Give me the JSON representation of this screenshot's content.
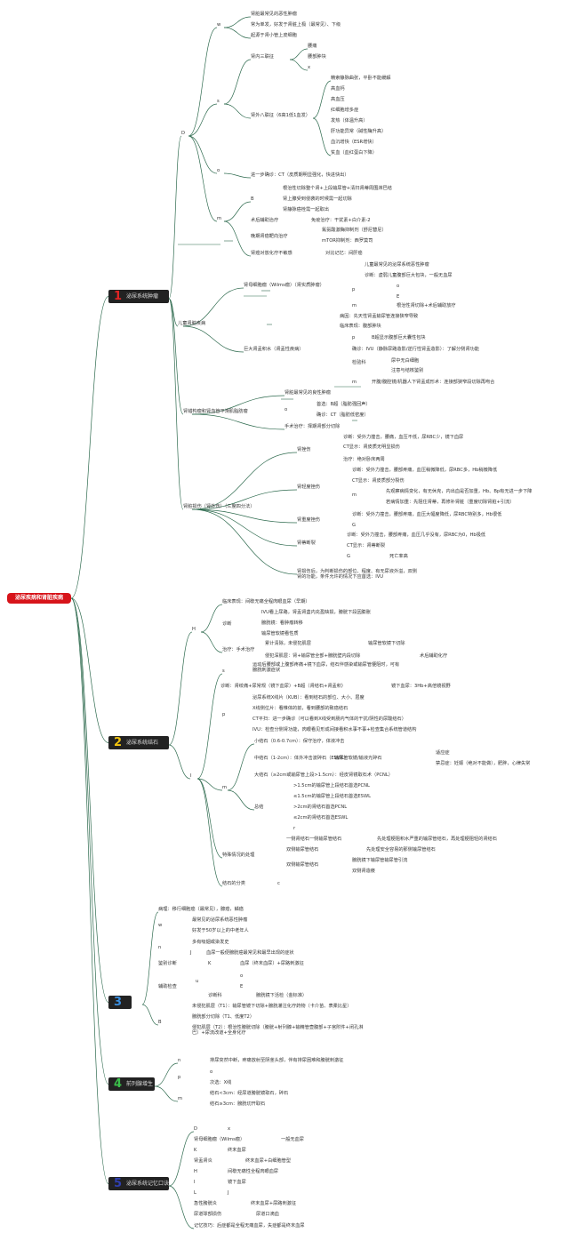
{
  "colors": {
    "root": "#d7141a",
    "category_bg": "#222222",
    "line": "#2f6b4f"
  },
  "root": {
    "label": "泌尿疾病和肾脏疾病"
  },
  "categories": [
    {
      "num": "1",
      "label": "泌尿系统肿瘤",
      "num_color": "#e02424"
    },
    {
      "num": "2",
      "label": "泌尿系统结石",
      "num_color": "#f2c40f"
    },
    {
      "num": "3",
      "label": "",
      "num_color": "#3a8fe0"
    },
    {
      "num": "4",
      "label": "前列腺增生",
      "num_color": "#3bbf4b"
    },
    {
      "num": "5",
      "label": "泌尿系统记忆口诀",
      "num_color": "#2f3fb0"
    }
  ],
  "t": {
    "p1": [
      "D",
      "w",
      "肾脏最常见的恶性肿瘤",
      "常为单发，好发于肾脏上极（最常见）、下级",
      "起源于肾小管上皮细胞",
      "s",
      "肾内三联征",
      "腰痛",
      "腰部肿块",
      "x",
      "肾外八联征（6高1低1血发）",
      "精索静脉曲张，平卧不能缓解",
      "高血钙",
      "高血压",
      "红细胞增多症",
      "发热（体温升高）",
      "肝功能异常（碱性酶升高）",
      "血沉增快（ESR增快）",
      "贫血（血红蛋白下降）",
      "o",
      "进一步确诊：CT（皮质期明显强化，快进快出）",
      "m",
      "B",
      "根治性切除整个肾+上段输尿管+清扫肾蒂周围淋巴结",
      "肾上腺受到侵袭的时候需一起切除",
      "肾静脉癌栓需一起取出",
      "术后辅助治疗",
      "免疫治疗：干扰素+白介素-2",
      "晚期肾癌靶向治疗",
      "氟氨酸激酶抑制剂（舒尼替尼）",
      "mTOR抑制剂：西罗莫司",
      "肾癌对放化疗不敏感",
      "对比记忆：间肝癌",
      "儿童肾脏疾病",
      "肾母细胞瘤（Wilms瘤）（肾实质肿瘤）",
      "儿童最常见的泌尿系统恶性肿瘤",
      "诊断：虚弱儿童腹部巨大包块，一般无血尿",
      "p",
      "o",
      "E",
      "m",
      "根治性肾切除+术后辅助放疗",
      "巨大肾盂积水（肾盂性疾病）",
      "病因：先天性肾盂输尿管连接狭窄导致",
      "临床表现：腹部肿块",
      "p",
      "B超显示腹部巨大囊性包块",
      "确诊：IVU（静脉尿路造影/逆行性肾盂造影）：了解分侧肾功能",
      "检验科",
      "尿中无白细胞",
      "注意与结核鉴别",
      "m",
      "开腹/腹腔镜/机器人下肾盂成形术：连接部狭窄段切除再吻合",
      "肾错构瘤和肾血管平滑肌脂肪瘤",
      "肾脏最常见的良性肿瘤",
      "o",
      "首选：B超（脂肪强回声）",
      "确诊：CT（脂肪低密度）",
      "手术治疗：择期肾部分切除",
      "肾脏损伤（肾外伤）（三度四分法）",
      "肾挫伤",
      "诊断：受外力撞击，腰痛，血压不低，尿RBC少，镜下血尿",
      "CT显示：肾皮质无明显损伤",
      "治疗：绝对卧床两周",
      "肾轻度挫伤",
      "诊断：受外力撞击，腰部疼痛，血压稍微降低，尿RBC多，Hb稍微降低",
      "CT显示：肾皮质部分裂伤",
      "m",
      "先观察病情变化，有无休克，内出血是否加重，Hb、Bp有无进一步下降",
      "若病情加重：先阻住肾蒂，再修补肾脏（重度切除肾脏+引流）",
      "肾重度挫伤",
      "诊断：受外力撞击，腰部疼痛，血压大幅度降低，尿RBC特别多，Hb很低",
      "G",
      "肾蒂断裂",
      "诊断：受外力撞击，腰部疼痛，血压几乎没有，尿RBC为0，Hb极低",
      "CT显示：肾蒂断裂",
      "G",
      "死亡率高",
      "肾损伤后，为判断损伤的部位、程度、有无尿液外溢，双侧肾的功能，条件允许的情况下应首选：IVU"
    ],
    "p2": [
      "H",
      "临床表现：间歇无痛全程肉眼血尿（早期）",
      "诊断",
      "IVU看上尿路，肾盂肾盏内充盈缺损，膀胱下段因膨胀",
      "膀胱镜：看肿瘤转移",
      "输尿管软镜看性质",
      "治疗：手术治疗",
      "累计清除，未侵犯肌层",
      "输尿管软镜下切除",
      "侵犯深肌层：肾+输尿管全部+膀胱壁内段切除",
      "术后辅助化疗",
      "s",
      "运动后腰部或上腹部疼痛+镜下血尿，结石伴感染或输尿管梗阻时，可有膀胱刺激症状",
      "诊断：肾绞痛+尿常规（镜下血尿）+B超（肾结石+肾盂积）",
      "镜下血尿：3Hb+高倍镜视野",
      "泌尿系统X线片（KUB）：看到结石的部位、大小、层度",
      "X线侧位片：看椎体的前，看到腰部的致癌结石",
      "CT平扫：进一步确诊（可以看到X线受到肠内气体的干扰/阴性的尿酸结石）",
      "IVU：检查分侧肾功能，肉眼看见形成间接看积水事不事+检查集合系统管道结构",
      "I",
      "p",
      "m",
      "小结石（0.6-0.7cm）：保守治疗，体液冲击",
      "中结石（1-2cm）：体外冲击波碎石（ESWL）",
      "输尿管软镜/输液光碎石",
      "适应症",
      "禁忌症：妊娠（绝对不能做），肥胖，心律失常",
      "大结石（≥2cm或输尿管上段>1.5cm）：经皮肾镜取石术（PCNL）",
      "总结",
      ">1.5cm的输尿管上段结石首选PCNL",
      "≤1.5cm的输尿管上段结石首选ESWL",
      ">2cm的肾结石首选PCNL",
      "≤2cm的肾结石首选ESWL",
      "r",
      "特殊情况的处理",
      "一侧肾结石一侧输尿管结石",
      "先处理梗阻积水严重的输尿管结石，再处理梗阻轻的肾结石",
      "双侧输尿管结石",
      "先处理安全容易的那侧输尿管结石",
      "双侧输尿管结石",
      "膀胱镜下输尿管输尿管引流",
      "双侧肾造瘘",
      "结石的分类",
      "c"
    ],
    "p3": [
      "病理：移行细胞癌（最常见），腺癌，鳞癌",
      "w",
      "最常见的泌尿系统恶性肿瘤",
      "好发于50岁以上的中老年人",
      "n",
      "多有吸烟或染发史",
      "J",
      "血尿一般便膀胱癌最常见和最早出现的症状",
      "鉴别诊断",
      "K",
      "血尿（终末血尿）+尿路刺激征",
      "辅助检查",
      "u",
      "o",
      "E",
      "诊断科",
      "膀胱镜下活检（金标准）",
      "B",
      "未侵犯肌层（T1）：输尿管镜下切除+膀胱灌注化疗药物（卡介苗、表柔比星）",
      "膀胱部分切除（T1、低度T2）",
      "侵犯肌层（T2）：根治性膀胱切除（膀胱+射列腺+输精管壶腹部+子宫附件+闭孔淋巴）+尿流改道+全身化疗"
    ],
    "p4": [
      "n",
      "排尿突然中断，疼痛放射至阴茎头部，伴有排尿困难和膀胱刺激征",
      "p",
      "o",
      "次选：X线",
      "m",
      "结石<3cm：经尿道膀胱镜取石，碎石",
      "结石≥3cm：膀胱切开取石"
    ],
    "p5": [
      "D",
      "x",
      "肾母细胞瘤（Wilms瘤）",
      "一般无血尿",
      "K",
      "终末血尿",
      "肾盂肾炎",
      "终末血尿+白细胞管型",
      "H",
      "间歇无痛性全程肉眼血尿",
      "I",
      "镜下血尿",
      "L",
      "J",
      "急性膀胱炎",
      "终末血尿+尿路刺激征",
      "尿道球部损伤",
      "尿道口滴血",
      "记忆技巧：后症都是全程无痛血尿，失症都是终末血尿"
    ]
  }
}
